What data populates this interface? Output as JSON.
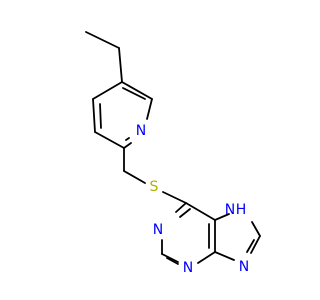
{
  "molecule": {
    "colors": {
      "bond": "#000000",
      "nitrogen": "#0000ff",
      "sulfur": "#b2b200"
    },
    "atom_labels": {
      "pyridine_n": "N",
      "sulfur": "S",
      "nh": "H",
      "n_upper_pyrimidine": "N",
      "n_lower_pyrimidine": "N",
      "n_imidazole_bottom": "N"
    }
  }
}
